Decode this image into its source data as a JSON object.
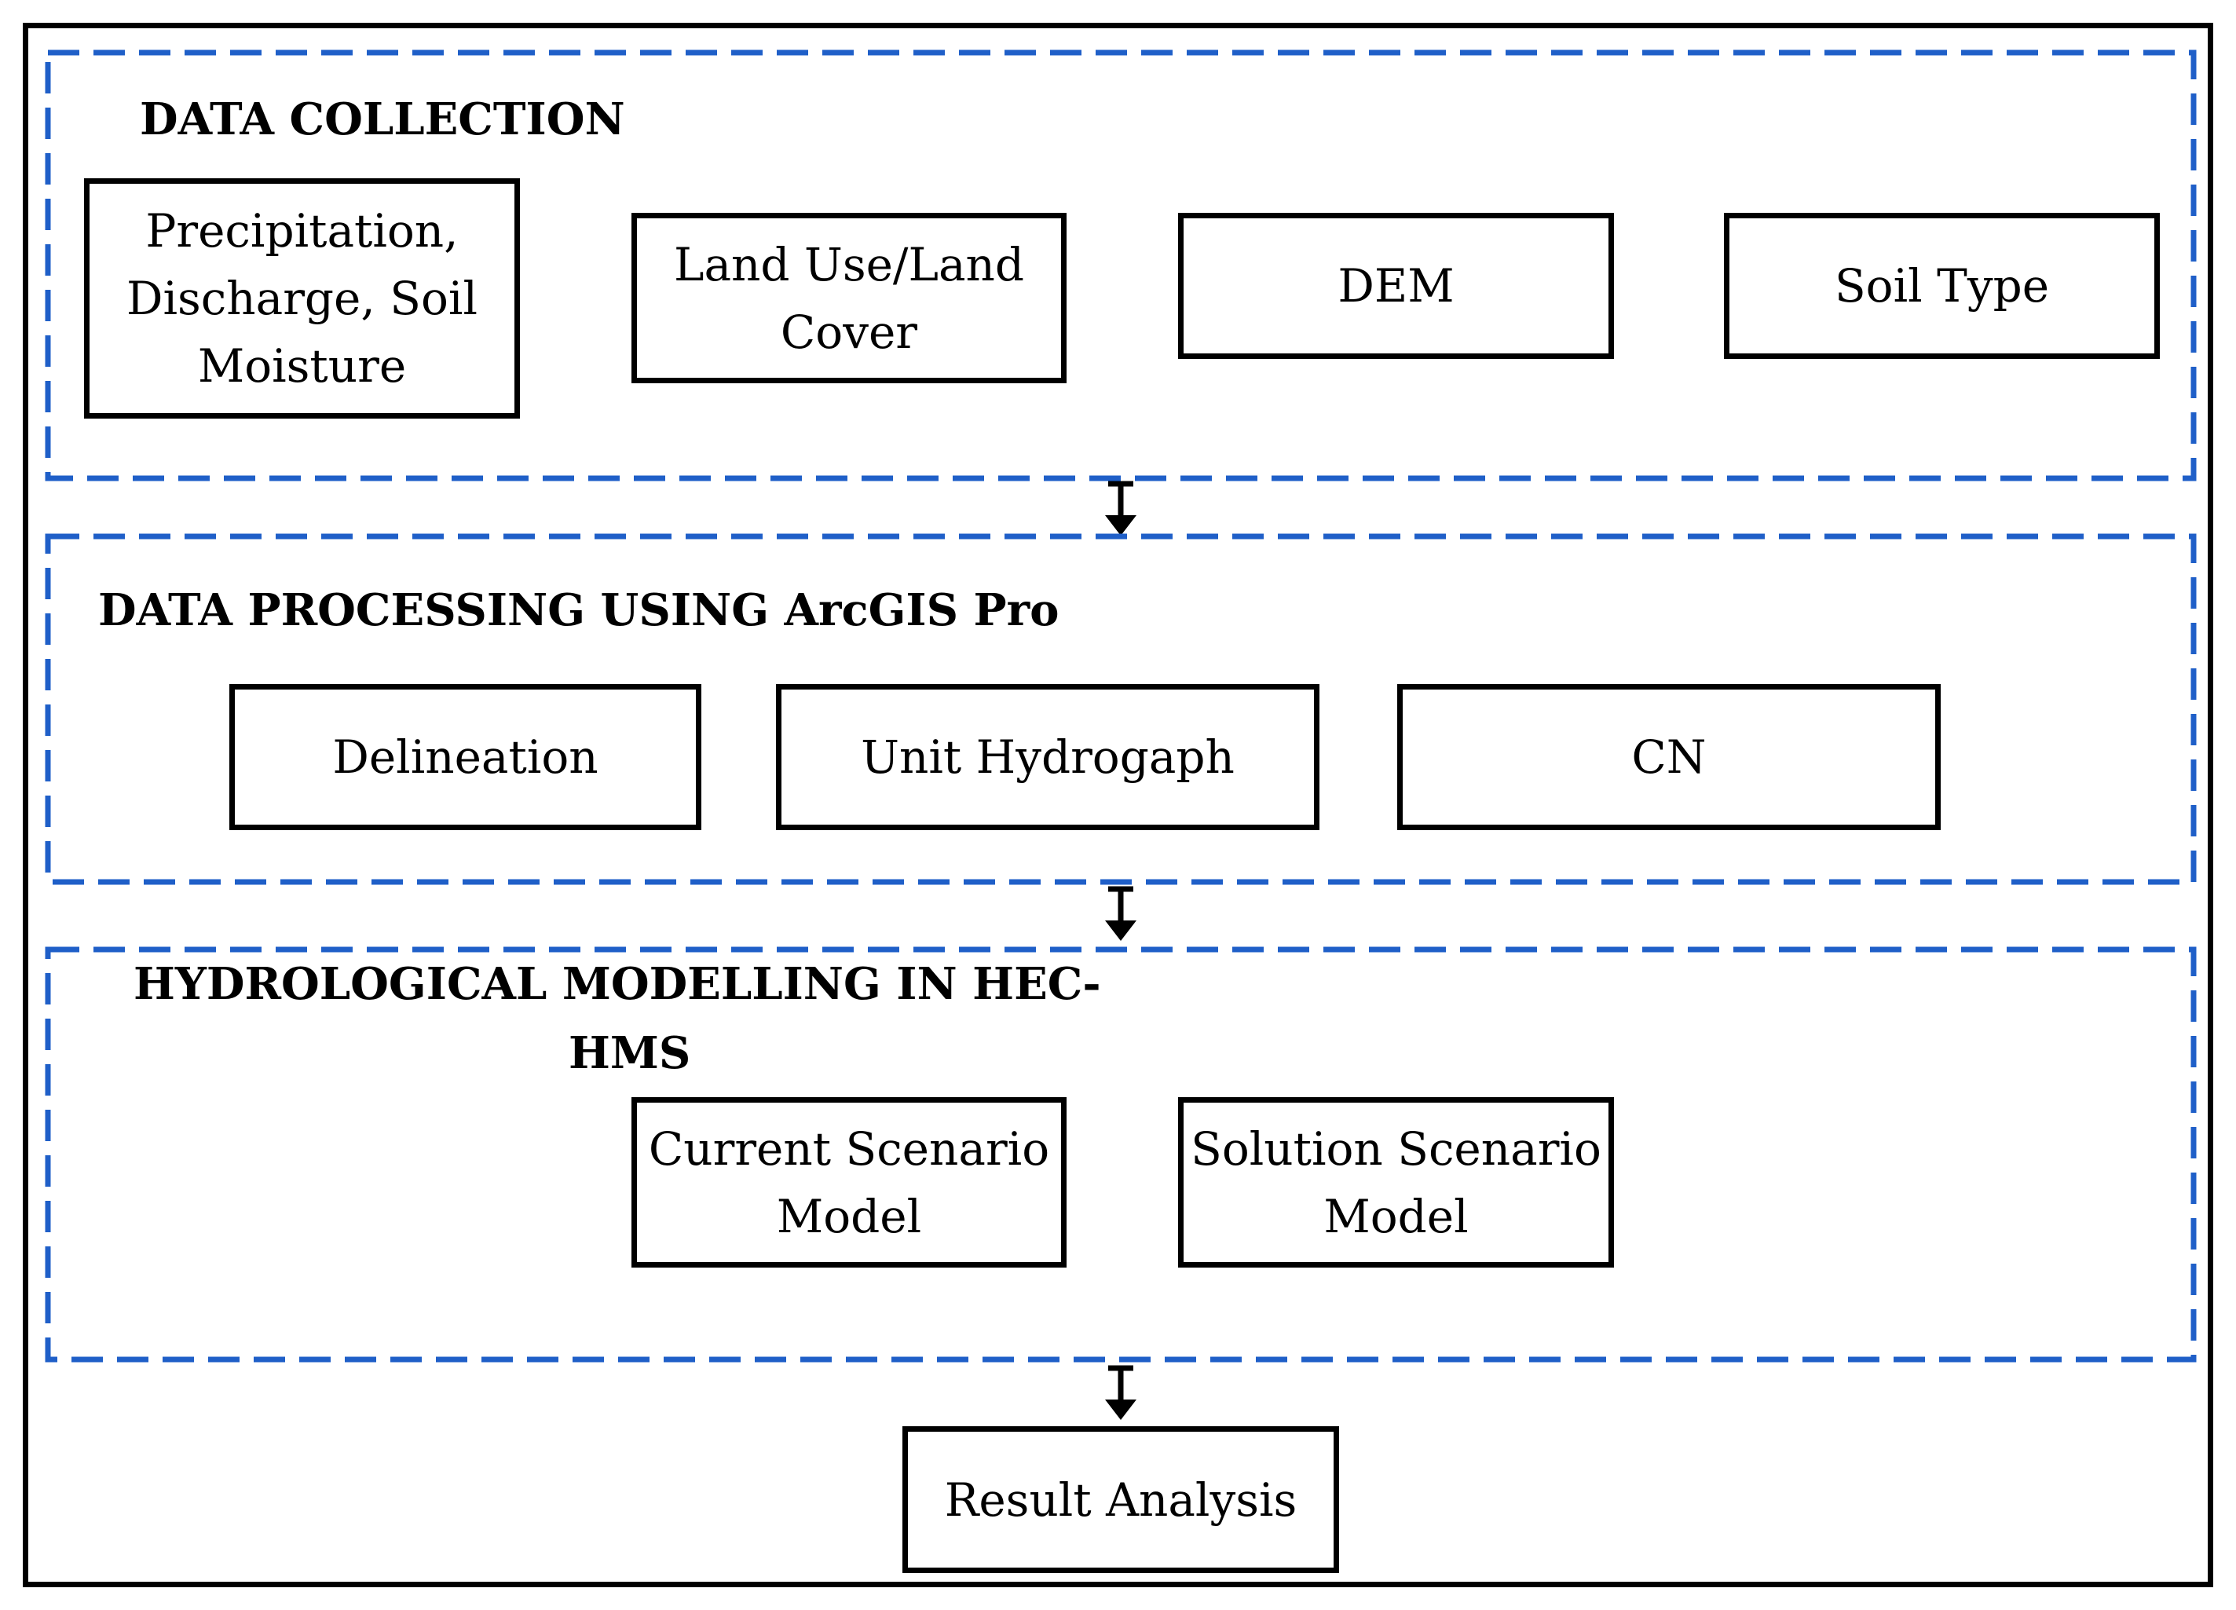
{
  "sections": {
    "data_collection": {
      "title": "DATA COLLECTION",
      "boxes": {
        "precip": [
          "Precipitation,",
          "Discharge, Soil",
          "Moisture"
        ],
        "landuse": [
          "Land Use/Land",
          "Cover"
        ],
        "dem": [
          "DEM"
        ],
        "soil": [
          "Soil Type"
        ]
      }
    },
    "data_processing": {
      "title": "DATA PROCESSING USING ArcGIS Pro",
      "boxes": {
        "delineation": [
          "Delineation"
        ],
        "unit_hydrograph": [
          "Unit Hydrogaph"
        ],
        "cn": [
          "CN"
        ]
      }
    },
    "hydrological_modelling": {
      "title_lines": [
        "HYDROLOGICAL MODELLING IN HEC-",
        "HMS"
      ],
      "boxes": {
        "current": [
          "Current Scenario",
          "Model"
        ],
        "solution": [
          "Solution Scenario",
          "Model"
        ]
      }
    }
  },
  "result": {
    "label": "Result Analysis"
  },
  "colors": {
    "dashed_border": "#1f5fc8",
    "box_border": "#000000",
    "text": "#000000"
  }
}
